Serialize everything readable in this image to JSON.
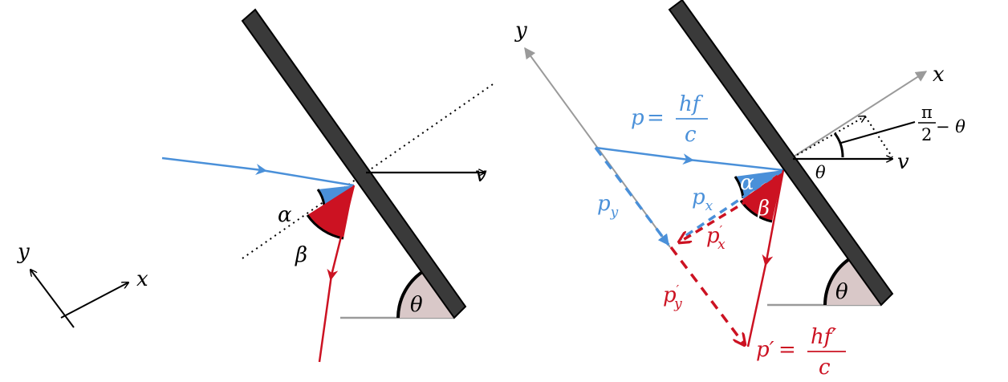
{
  "colors": {
    "blue": "#4a90d9",
    "red": "#cc1222",
    "gray": "#9a9a9a",
    "mirror": "#3a3a3a",
    "theta_fill": "#d9c8c8"
  },
  "labels": {
    "axis_y": "y",
    "axis_x": "x",
    "alpha": "α",
    "beta": "β",
    "theta": "θ",
    "v": "v",
    "p": "p",
    "equals": " = ",
    "hf": "hf",
    "c": "c",
    "hf_prime": "hf′",
    "p_prime": "p′",
    "p_sub": "p",
    "sub_x": "x",
    "sub_y": "y",
    "prime": "′",
    "pi": "π",
    "two": "2",
    "minus_theta": " − θ"
  }
}
